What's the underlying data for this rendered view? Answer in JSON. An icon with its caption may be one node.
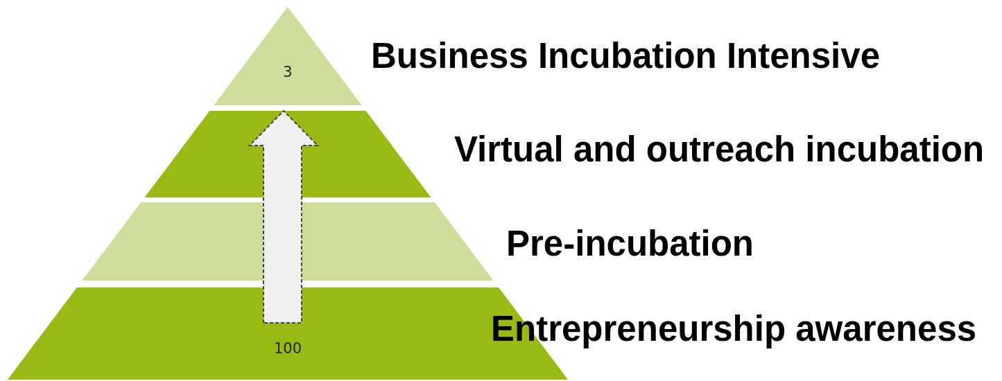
{
  "diagram": {
    "nodes": [
      {
        "text": [
          "3"
        ],
        "beside": [
          "Business Incubation Intensive"
        ]
      },
      {
        "text": [],
        "shape": "trapezoid",
        "beside": [
          "Virtual and outreach incubation"
        ]
      },
      {
        "text": [],
        "shape": "trapezoid",
        "beside": [
          "Pre-incubation"
        ]
      },
      {
        "text": [
          "100"
        ],
        "beside": [
          "Entrepreneurship awareness"
        ]
      }
    ]
  }
}
